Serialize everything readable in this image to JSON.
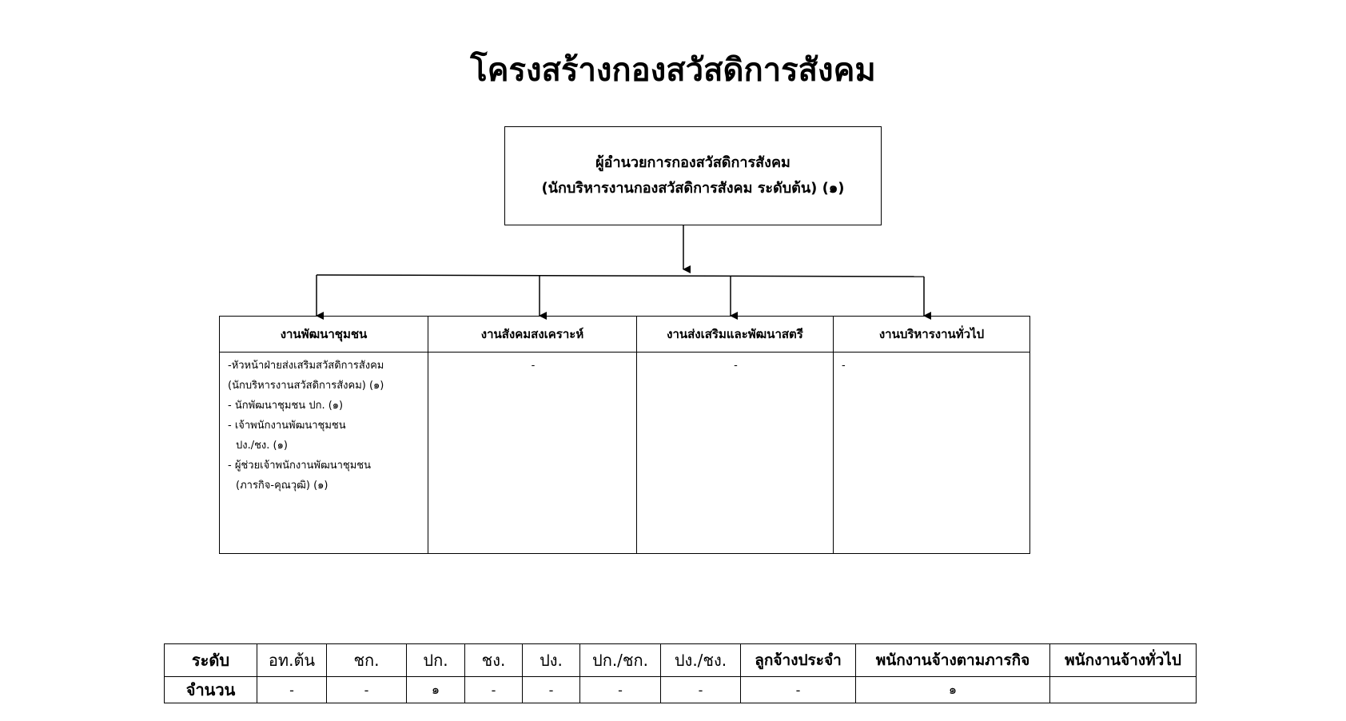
{
  "title": "โครงสร้างกองสวัสดิการสังคม",
  "head": {
    "line1": "ผู้อำนวยการกองสวัสดิการสังคม",
    "line2": "(นักบริหารงานกองสวัสดิการสังคม  ระดับต้น) (๑)"
  },
  "sections": [
    {
      "name": "งานพัฒนาชุมชน",
      "staff": [
        "-หัวหน้าฝ่ายส่งเสริมสวัสดิการสังคม",
        "(นักบริหารงานสวัสดิการสังคม) (๑)",
        "- นักพัฒนาชุมชน ปก.  (๑)",
        "- เจ้าพนักงานพัฒนาชุมชน",
        "ปง./ชง. (๑)",
        "- ผู้ช่วยเจ้าพนักงานพัฒนาชุมชน",
        "(ภารกิจ-คุณวุฒิ) (๑)"
      ]
    },
    {
      "name": "งานสังคมสงเคราะห์",
      "staff": [
        "-"
      ]
    },
    {
      "name": "งานส่งเสริมและพัฒนาสตรี",
      "staff": [
        "-"
      ]
    },
    {
      "name": "งานบริหารงานทั่วไป",
      "staff": [
        "-"
      ]
    }
  ],
  "summary": {
    "row1_label": "ระดับ",
    "row2_label": "จำนวน",
    "levels": [
      "อท.ต้น",
      "ชก.",
      "ปก.",
      "ชง.",
      "ปง.",
      "ปก./ชก.",
      "ปง./ชง.",
      "ลูกจ้างประจำ",
      "พนักงานจ้างตามภารกิจ",
      "พนักงานจ้างทั่วไป"
    ],
    "counts": [
      "-",
      "-",
      "๑",
      "-",
      "-",
      "-",
      "-",
      "-",
      "๑",
      ""
    ]
  }
}
